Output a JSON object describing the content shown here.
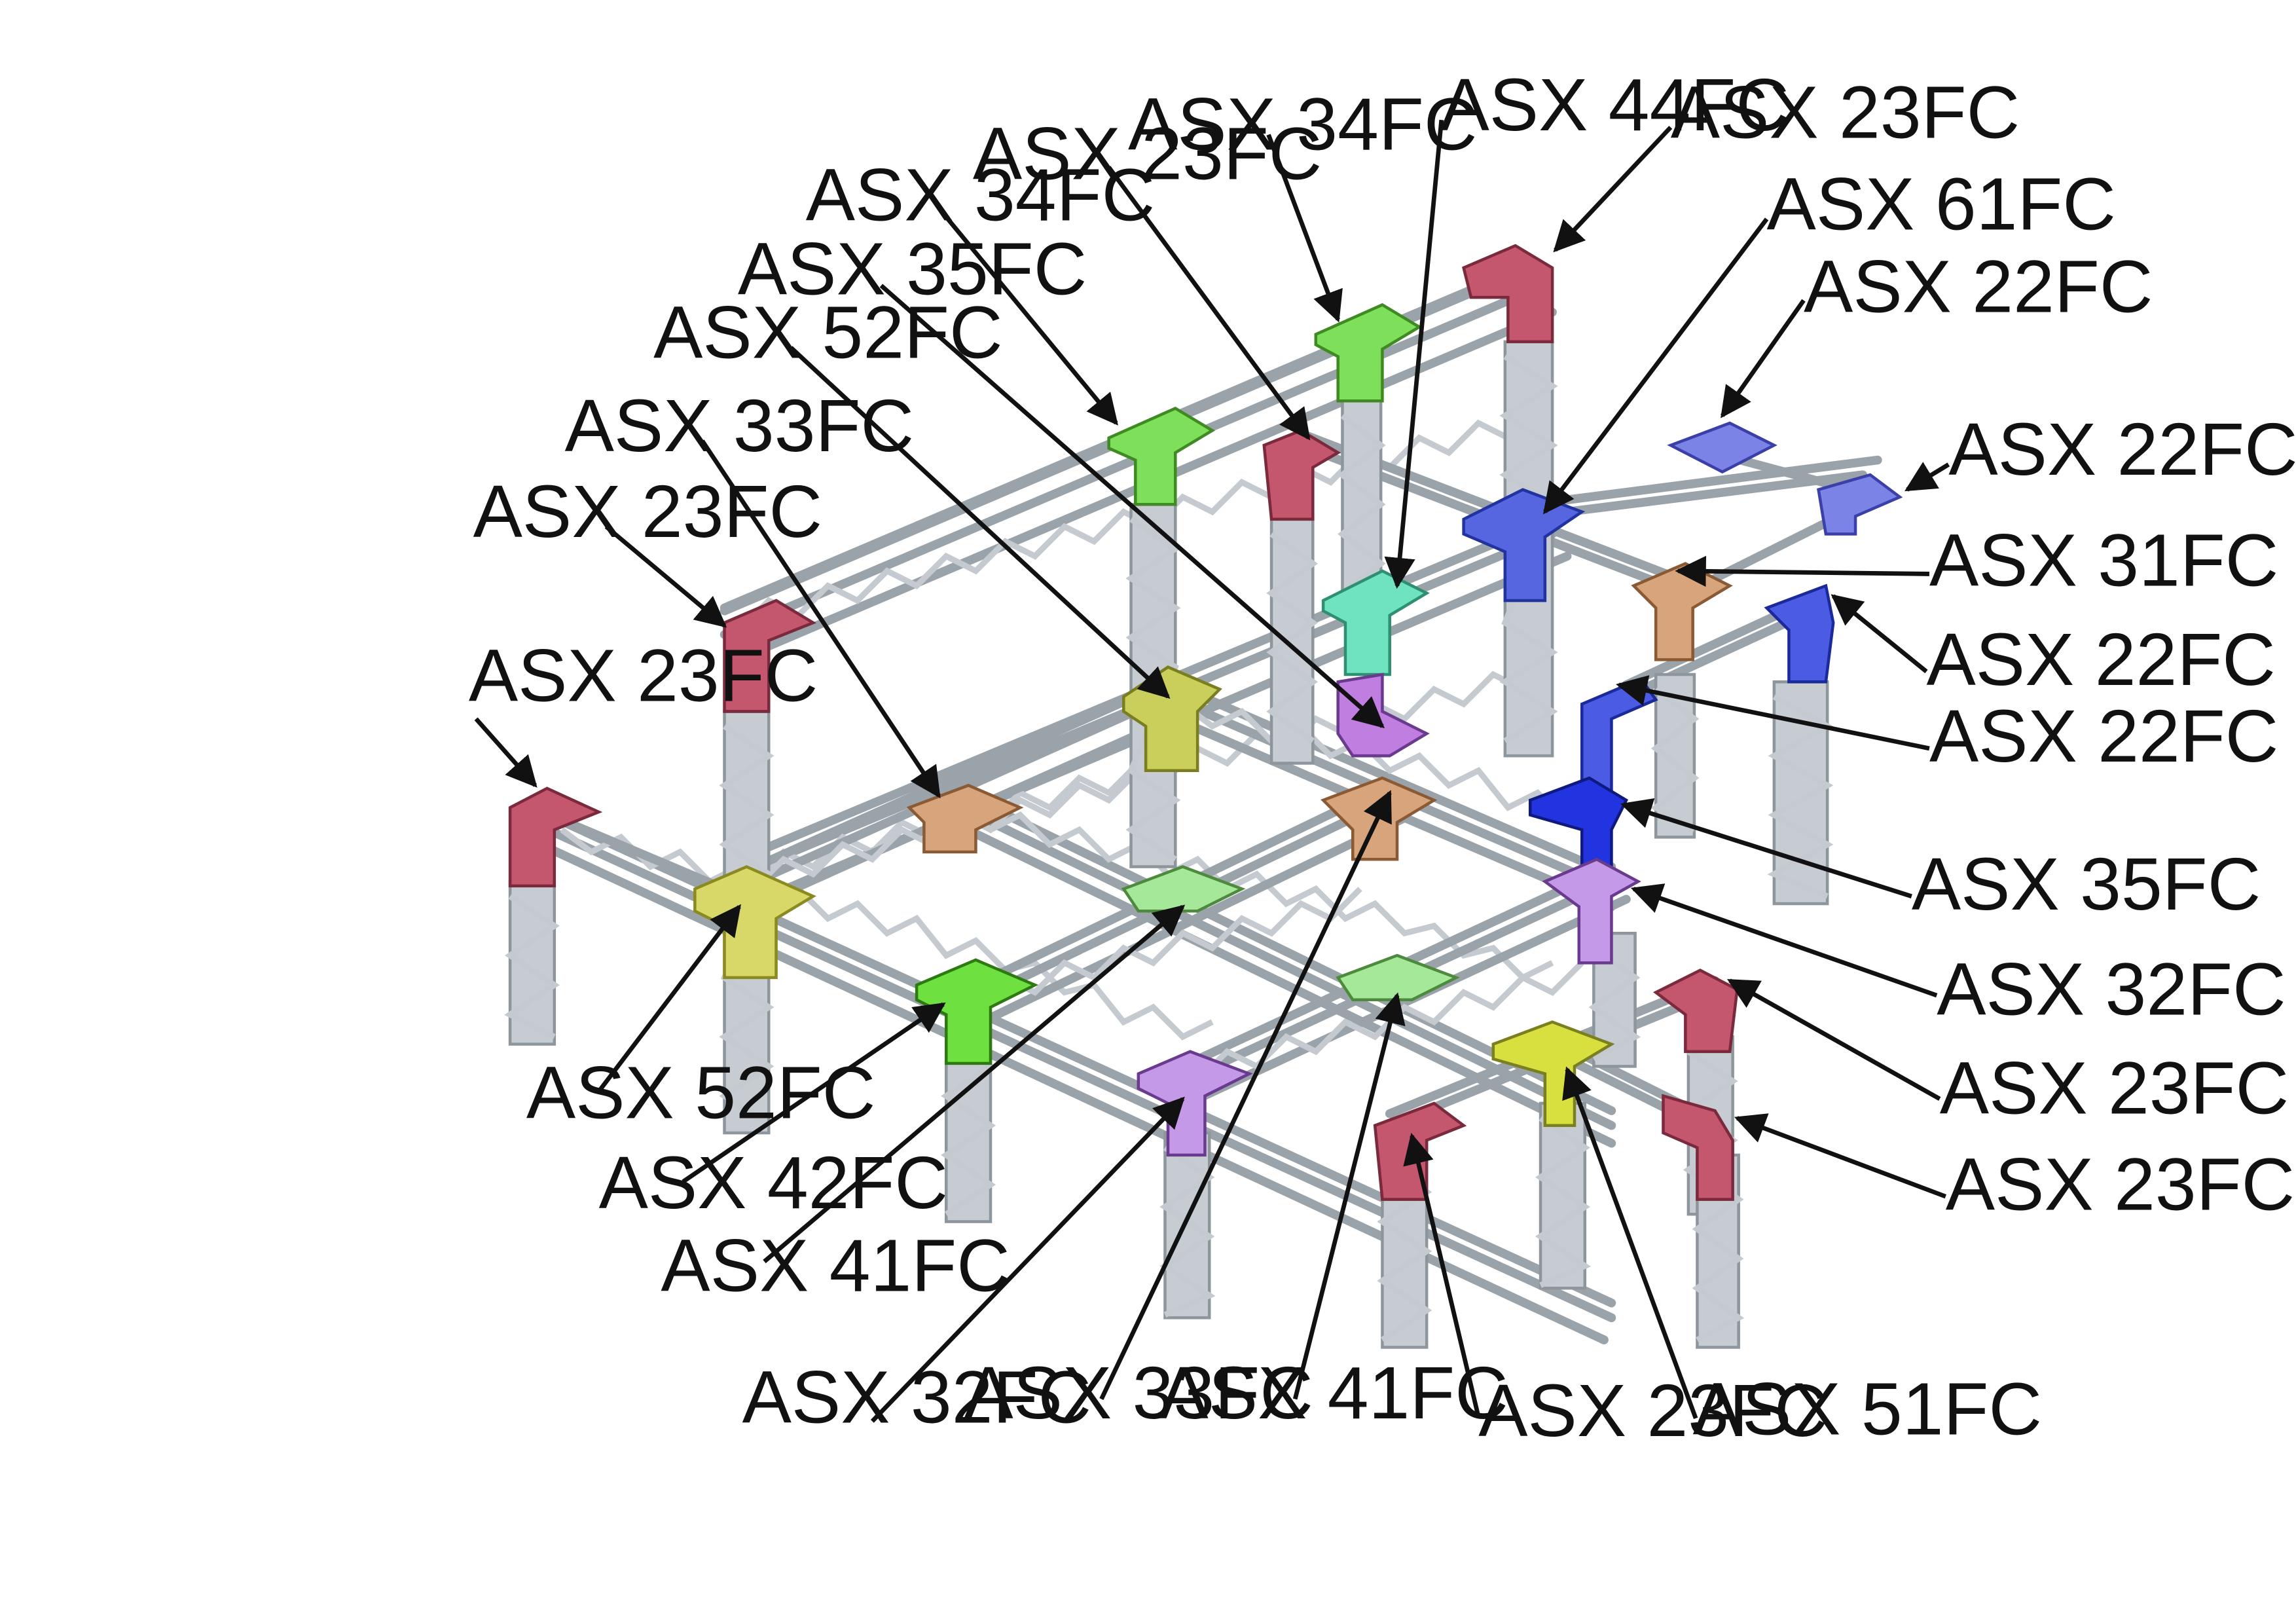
{
  "colors": {
    "truss": "#c6ccd1",
    "truss_edge": "#8e969d",
    "ink": "#111111"
  },
  "connectors": [
    {
      "id": "c1",
      "code": "ASX 34FC",
      "color": "#7ee05a"
    },
    {
      "id": "c2",
      "code": "ASX 23FC",
      "color": "#c4566e"
    },
    {
      "id": "c3",
      "code": "ASX 34FC",
      "color": "#7ee05a"
    },
    {
      "id": "c4",
      "code": "ASX 23FC",
      "color": "#c4566e"
    },
    {
      "id": "c5",
      "code": "ASX 44FC",
      "color": "#6fe3c0"
    },
    {
      "id": "c6",
      "code": "ASX 61FC",
      "color": "#5566e0"
    },
    {
      "id": "c7",
      "code": "ASX 22FC",
      "color": "#7c83e6"
    },
    {
      "id": "c8",
      "code": "ASX 22FC",
      "color": "#7c83e6"
    },
    {
      "id": "c9",
      "code": "ASX 31FC",
      "color": "#d8a47c"
    },
    {
      "id": "c10",
      "code": "ASX 22FC",
      "color": "#4b5be4"
    },
    {
      "id": "c11",
      "code": "ASX 22FC",
      "color": "#4b5be4"
    },
    {
      "id": "c12",
      "code": "ASX 35FC",
      "color": "#2233e0"
    },
    {
      "id": "c13",
      "code": "ASX 35FC",
      "color": "#c07ee0"
    },
    {
      "id": "c14",
      "code": "ASX 52FC",
      "color": "#c9cf5a"
    },
    {
      "id": "c15",
      "code": "ASX 33FC",
      "color": "#d8a47c"
    },
    {
      "id": "c16",
      "code": "ASX 23FC",
      "color": "#c4566e"
    },
    {
      "id": "c17",
      "code": "ASX 23FC",
      "color": "#c4566e"
    },
    {
      "id": "c18",
      "code": "ASX 52FC",
      "color": "#d8d868"
    },
    {
      "id": "c19",
      "code": "ASX 42FC",
      "color": "#6ee040"
    },
    {
      "id": "c20",
      "code": "ASX 41FC",
      "color": "#a6e89a"
    },
    {
      "id": "c21",
      "code": "ASX 32FC",
      "color": "#c49ae8"
    },
    {
      "id": "c22",
      "code": "ASX 33FC",
      "color": "#d8a47c"
    },
    {
      "id": "c23",
      "code": "ASX 41FC",
      "color": "#a6e89a"
    },
    {
      "id": "c24",
      "code": "ASX 23FC",
      "color": "#c4566e"
    },
    {
      "id": "c25",
      "code": "ASX 51FC",
      "color": "#d8e040"
    },
    {
      "id": "c26",
      "code": "ASX 32FC",
      "color": "#c49ae8"
    },
    {
      "id": "c27",
      "code": "ASX 23FC",
      "color": "#c4566e"
    },
    {
      "id": "c28",
      "code": "ASX 23FC",
      "color": "#c4566e"
    }
  ]
}
